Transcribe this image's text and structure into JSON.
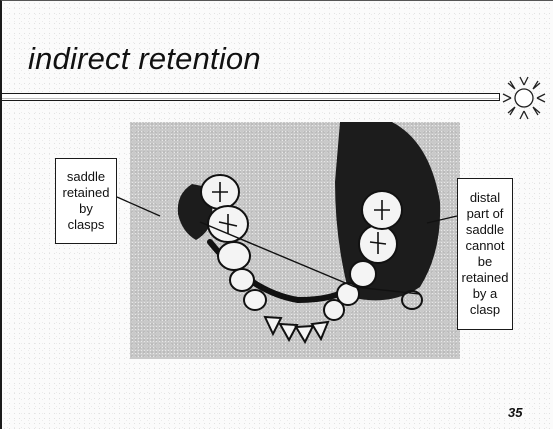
{
  "slide": {
    "title": "indirect retention",
    "page_number": "35"
  },
  "callouts": {
    "left": {
      "lines": [
        "saddle",
        "retained",
        "by",
        "clasps"
      ]
    },
    "right": {
      "lines": [
        "distal",
        "part of",
        "saddle",
        "cannot",
        "be",
        "retained",
        "by a",
        "clasp"
      ]
    }
  },
  "figure": {
    "subject": "lower dental arch with partial denture saddles and clasps",
    "icon": "sun-icon"
  },
  "colors": {
    "text": "#111111",
    "photo_background": "#c9c9c9",
    "saddle": "#1c1c1c"
  }
}
